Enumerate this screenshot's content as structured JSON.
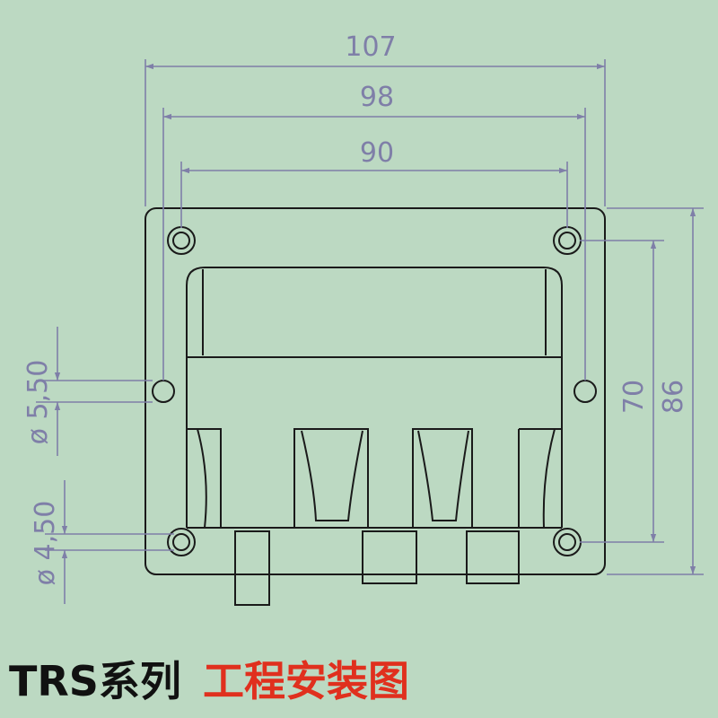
{
  "colors": {
    "background": "#bcd9c2",
    "outline": "#1a1a1a",
    "dimension": "#7f7fa8",
    "caption_series": "#111111",
    "caption_title": "#e0301e"
  },
  "dimensions": {
    "overall_width": "107",
    "hole_span": "98",
    "inner_hole_span": "90",
    "inner_height": "70",
    "overall_height": "86",
    "large_hole_diameter": "ø 5,50",
    "small_hole_diameter": "ø 4,50"
  },
  "caption": {
    "series": "TRS系列",
    "title": "工程安装图"
  }
}
